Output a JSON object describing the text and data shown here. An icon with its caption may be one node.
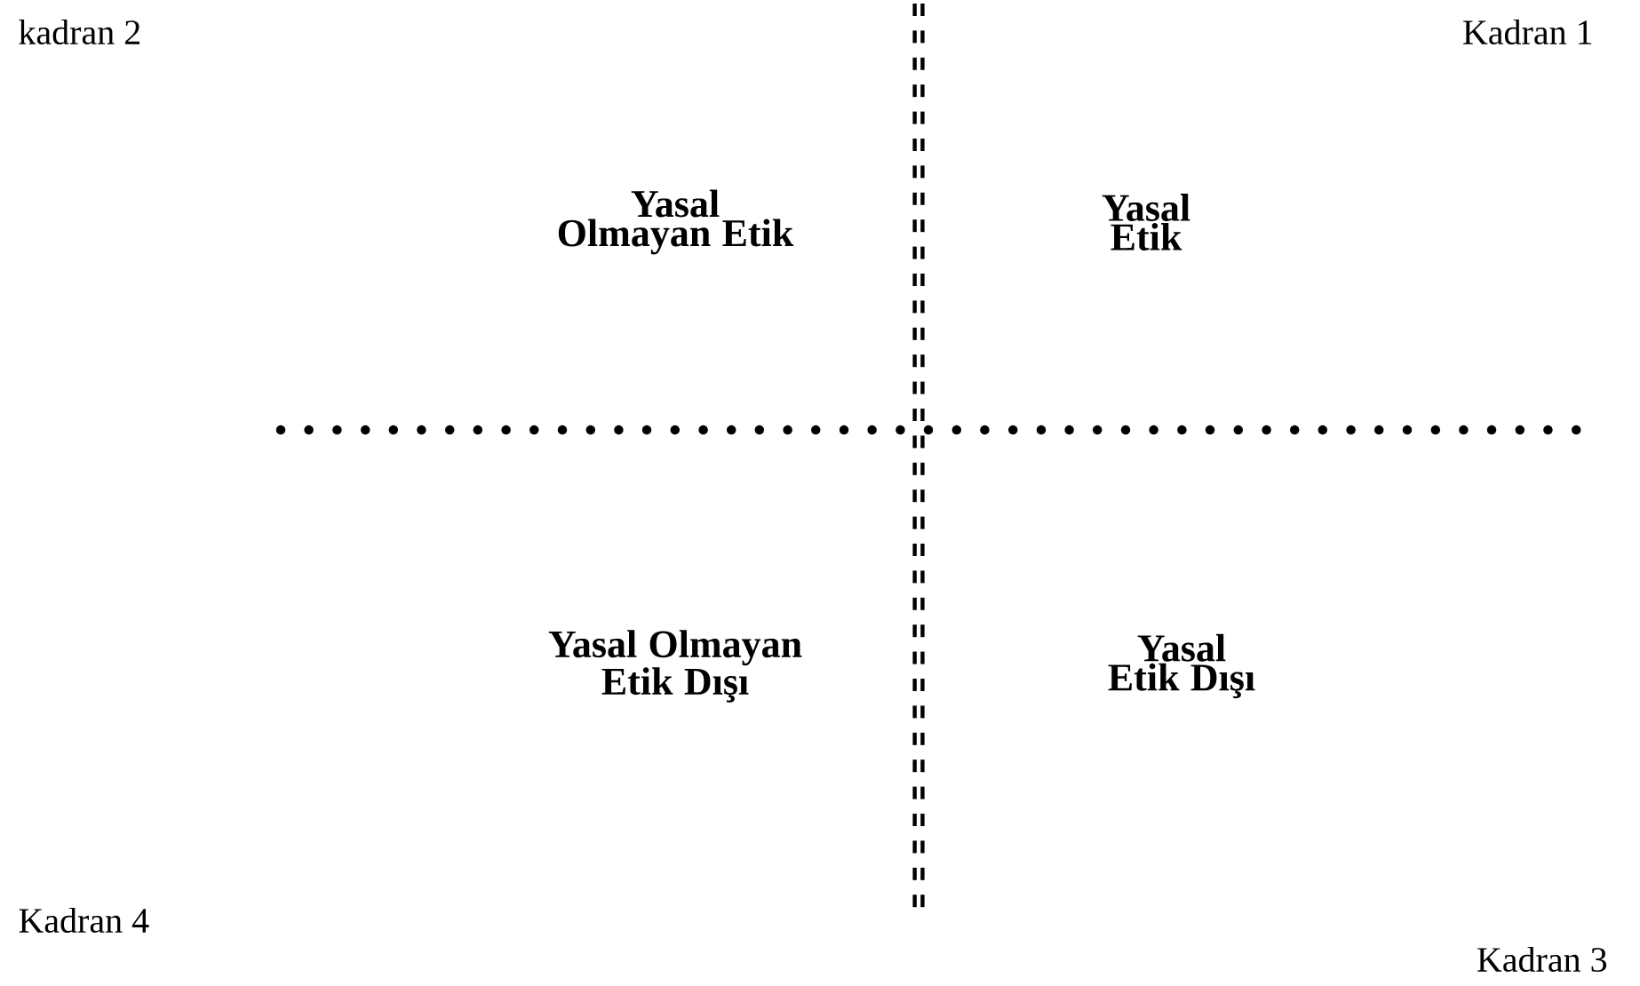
{
  "diagram": {
    "labels": [
      "kadran 2",
      "Kadran 1",
      "Yasal Olmayan Etik",
      "Yasal Etik",
      "Yasal Olmayan Etik Dışı",
      "Yasal Etik Dışı",
      "Kadran 4",
      "Kadran 3"
    ]
  }
}
